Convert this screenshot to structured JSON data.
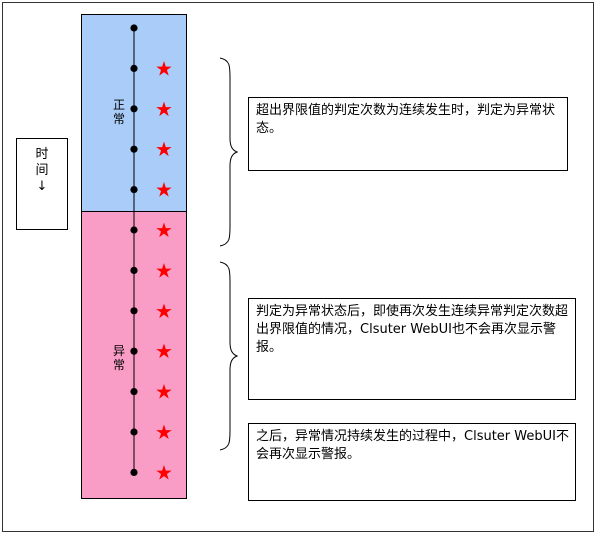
{
  "time_label": {
    "text": "时间",
    "arrow": "↓"
  },
  "zones": {
    "normal_label": "正常",
    "abnormal_label": "异常",
    "normal_color": "#a9cdf8",
    "abnormal_color": "#f99cc6"
  },
  "notes": [
    {
      "text": "超出界限值的判定次数为连续发生时，判定为异常状态。"
    },
    {
      "text": "判定为异常状态后，即使再次发生连续异常判定次数超出界限值的情况，Clsuter WebUI也不会再次显示警报。"
    },
    {
      "text": "之后，异常情况持续发生的过程中，Clsuter WebUI不会再次显示警报。"
    }
  ],
  "timeline": {
    "event_count": 12,
    "star_count": 11,
    "star_color": "#ff0000",
    "star_glyph": "★"
  }
}
